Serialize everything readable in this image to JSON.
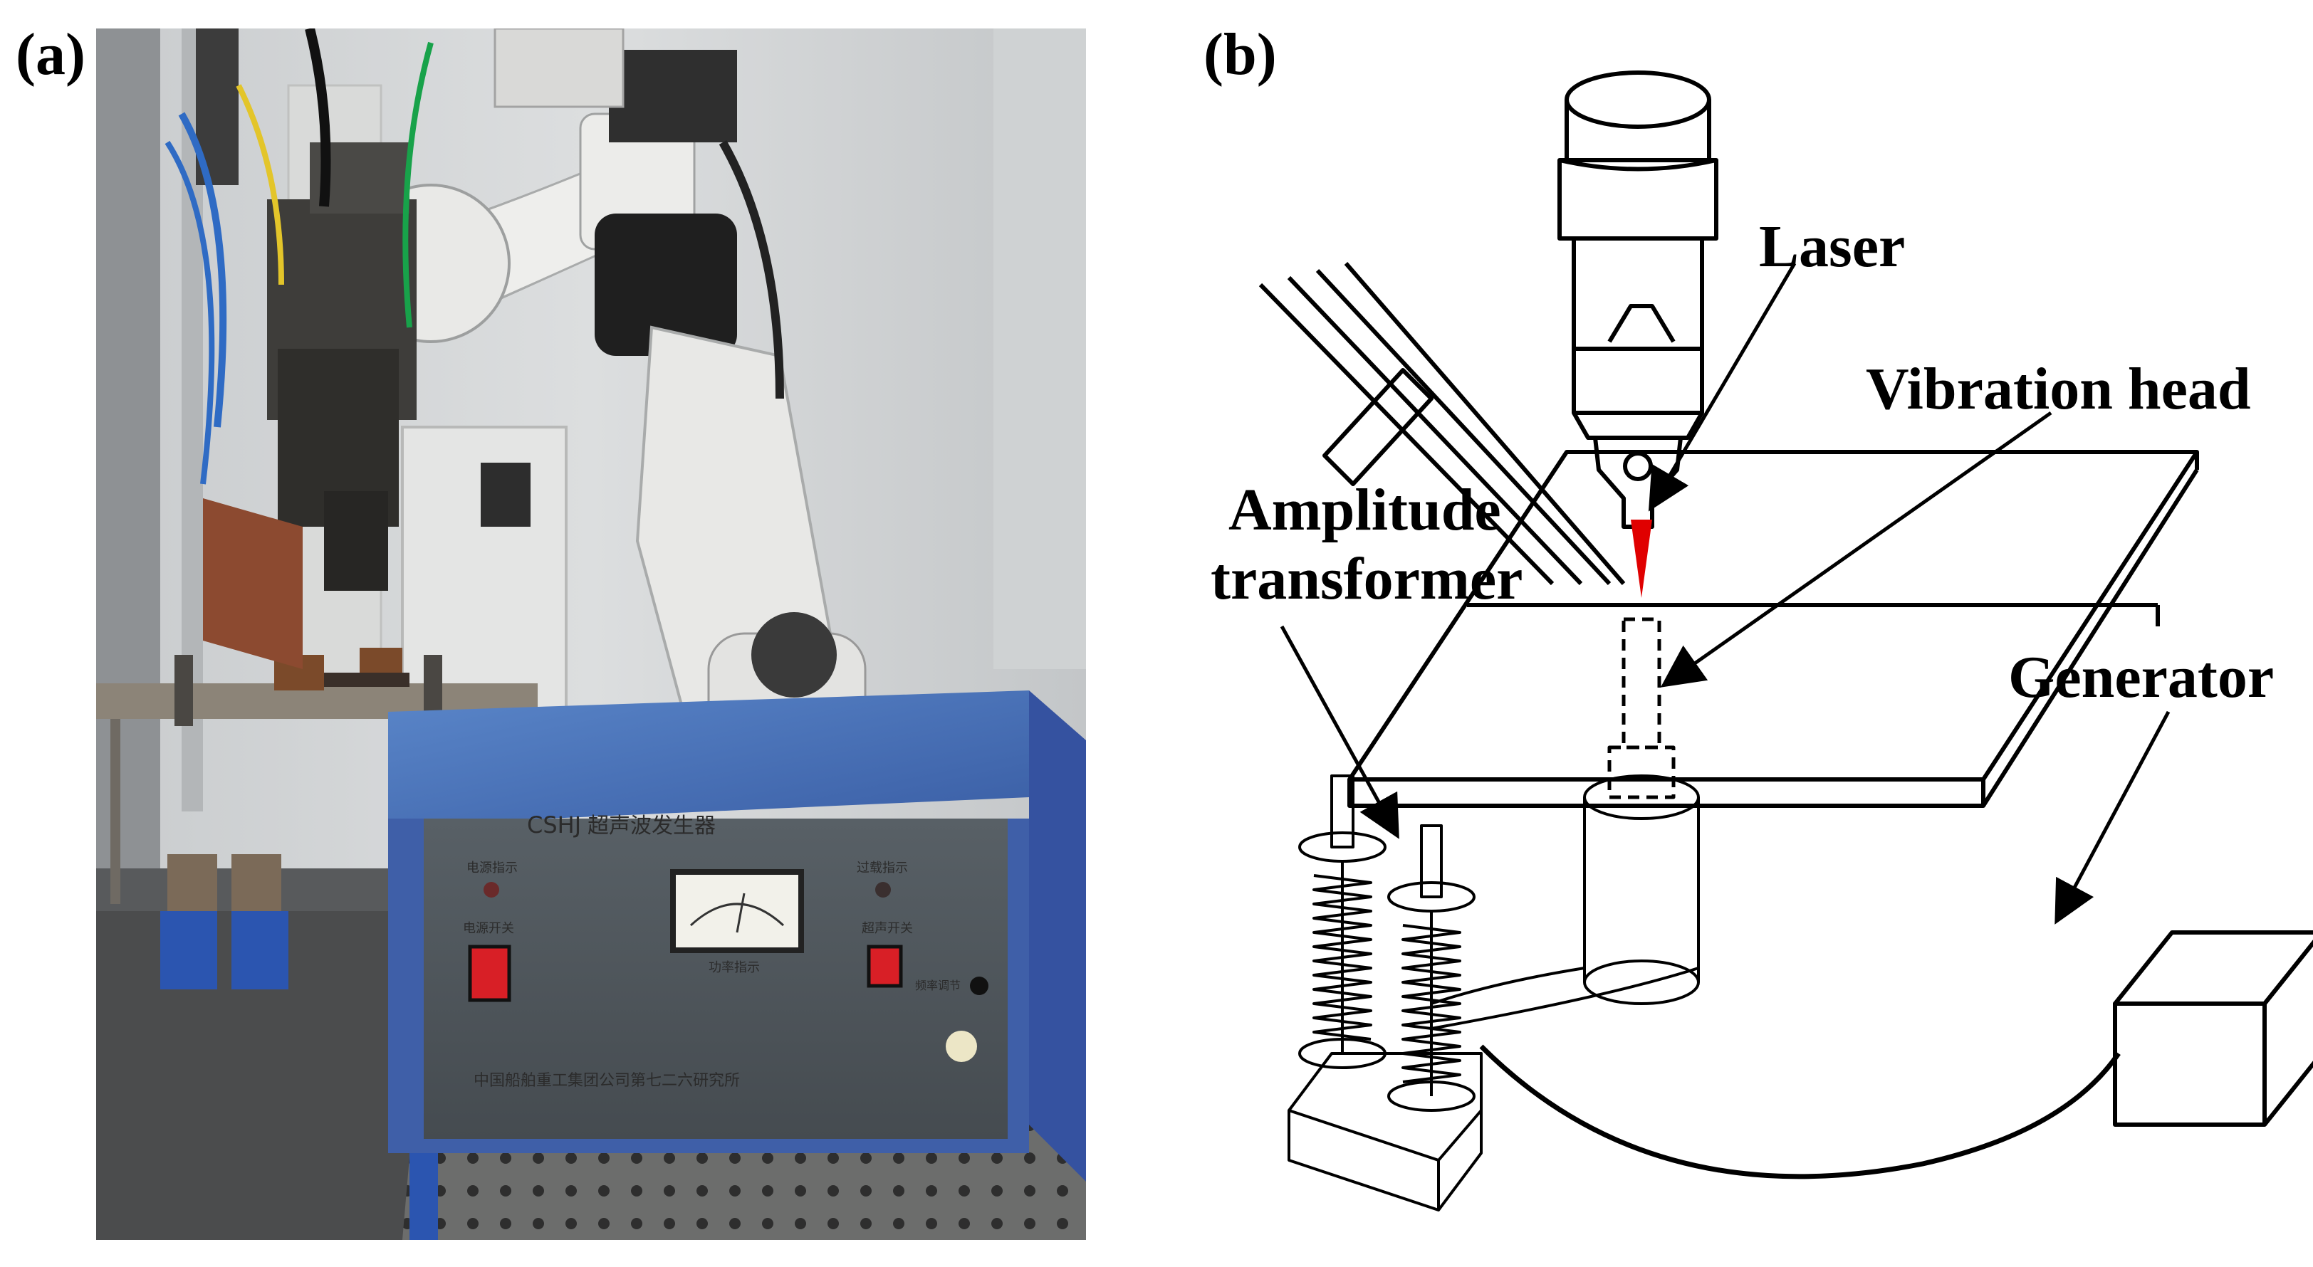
{
  "panels": {
    "a_label": "(a)",
    "b_label": "(b)"
  },
  "photo": {
    "device_model": "CSHJ",
    "device_title": "超声波发生器",
    "indicator_left": "电源指示",
    "indicator_right": "过载指示",
    "switch_left": "电源开关",
    "switch_right": "超声开关",
    "meter_caption": "功率指示",
    "knob_label": "频率调节",
    "footer_text": "中国船舶重工集团公司第七二六研究所",
    "colors": {
      "generator_body": "#3f5fa8",
      "front_panel": "#4d5358",
      "robot_arm": "#e8e8e6",
      "button_red": "#d81f26"
    }
  },
  "diagram": {
    "labels": {
      "laser": "Laser",
      "vibration_head": "Vibration head",
      "amplitude_transformer_line1": "Amplitude",
      "amplitude_transformer_line2": "transformer",
      "generator": "Generator"
    },
    "colors": {
      "laser_beam": "#e00000",
      "lines": "#000000"
    }
  }
}
